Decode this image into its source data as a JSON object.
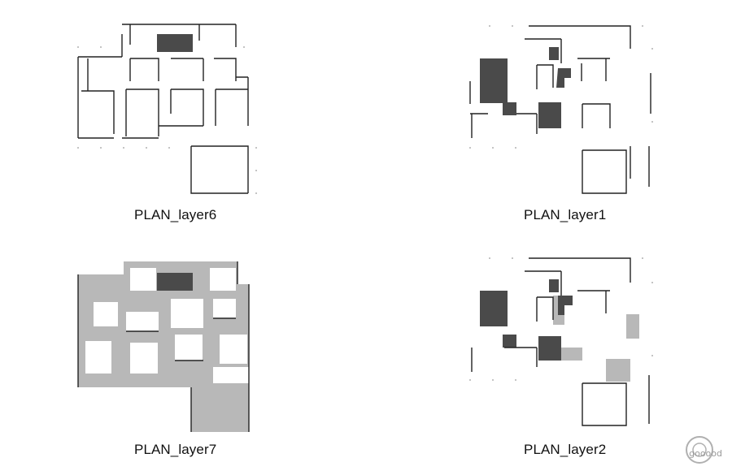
{
  "figure": {
    "panels": [
      {
        "id": "layer6",
        "caption": "PLAN_layer6"
      },
      {
        "id": "layer1",
        "caption": "PLAN_layer1"
      },
      {
        "id": "layer7",
        "caption": "PLAN_layer7"
      },
      {
        "id": "layer2",
        "caption": "PLAN_layer2"
      }
    ]
  },
  "watermark": {
    "text": "gooood"
  },
  "colors": {
    "wall": "#222222",
    "dark_fill": "#4a4a4a",
    "light_fill": "#b8b8b8",
    "grid_dot": "#999999",
    "background": "#ffffff"
  }
}
